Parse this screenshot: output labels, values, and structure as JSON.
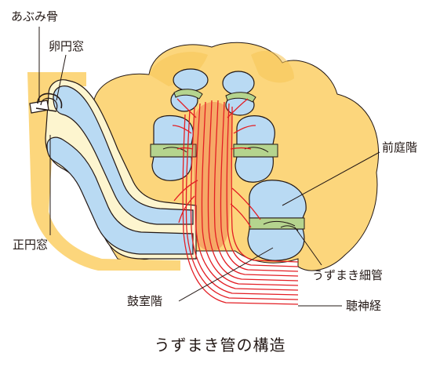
{
  "labels": {
    "stapes": "あぶみ骨",
    "oval_window": "卵円窓",
    "round_window": "正円窓",
    "scala_vestibuli": "前庭階",
    "cochlear_duct": "うずまき細管",
    "scala_tympani": "鼓室階",
    "auditory_nerve": "聴神経"
  },
  "caption": "うずまき管の構造",
  "colors": {
    "bone": "#fcd67c",
    "bone_dark": "#f6c75a",
    "fluid": "#b9daf3",
    "fluid_edge": "#1f2a44",
    "wall": "#fdf5cf",
    "duct": "#b5d48e",
    "nerve": "#e31e24",
    "text": "#231815"
  },
  "icons": {
    "stapes": "stapes-bone-icon"
  }
}
